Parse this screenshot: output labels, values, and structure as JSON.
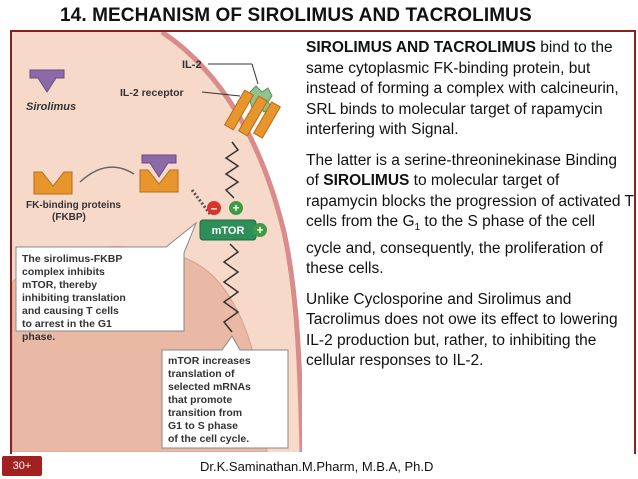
{
  "title": "14. MECHANISM OF SIROLIMUS AND TACROLIMUS",
  "diagram": {
    "il2": "IL-2",
    "il2_receptor": "IL-2 receptor",
    "sirolimus": "Sirolimus",
    "fkbp_line1": "FK-binding proteins",
    "fkbp_line2": "(FKBP)",
    "minus": "–",
    "plus_top": "+",
    "plus_right": "+",
    "mtor": "mTOR",
    "callout_left": [
      "The sirolimus-FKBP",
      "complex inhibits",
      "mTOR, thereby",
      "inhibiting translation",
      "and causing T cells",
      "to arrest in the G1",
      "phase."
    ],
    "callout_bottom": [
      "mTOR increases",
      "translation of",
      "selected mRNAs",
      "that promote",
      "transition from",
      "G1 to S phase",
      "of the cell cycle."
    ]
  },
  "text": {
    "p1_bold": "SIROLIMUS AND TACROLIMUS",
    "p1_rest": " bind to the same cytoplasmic FK-binding protein, but instead of forming a complex with calcineurin, SRL binds to molecular target of rapamycin interfering with Signal.",
    "p2_a": "The latter is a serine-threoninekinase Binding of ",
    "p2_bold": "SIROLIMUS",
    "p2_b": " to molecular target of rapamycin blocks the progression of activated T cells from the G",
    "p2_sub": "1",
    "p2_c": " to the S phase of the cell cycle and, consequently, the proliferation of these cells.",
    "p3": "Unlike Cyclosporine and Sirolimus and Tacrolimus does not owe its effect to lowering IL-2 production but, rather, to inhibiting the cellular responses to IL-2."
  },
  "footer": {
    "page": "30+",
    "author": "Dr.K.Saminathan.M.Pharm, M.B.A, Ph.D"
  },
  "colors": {
    "frame": "#8e1f1f",
    "cell_bg": "#f6d9c9",
    "nucleus": "#e9b9a5",
    "membrane": "#d88c8c",
    "drug_purple": "#8c6aa8",
    "fkbp_orange": "#e7962e",
    "mtor_green": "#2e8e5a",
    "minus_red": "#d9342b",
    "plus_green": "#3e9a43",
    "footer_box": "#a32020"
  }
}
